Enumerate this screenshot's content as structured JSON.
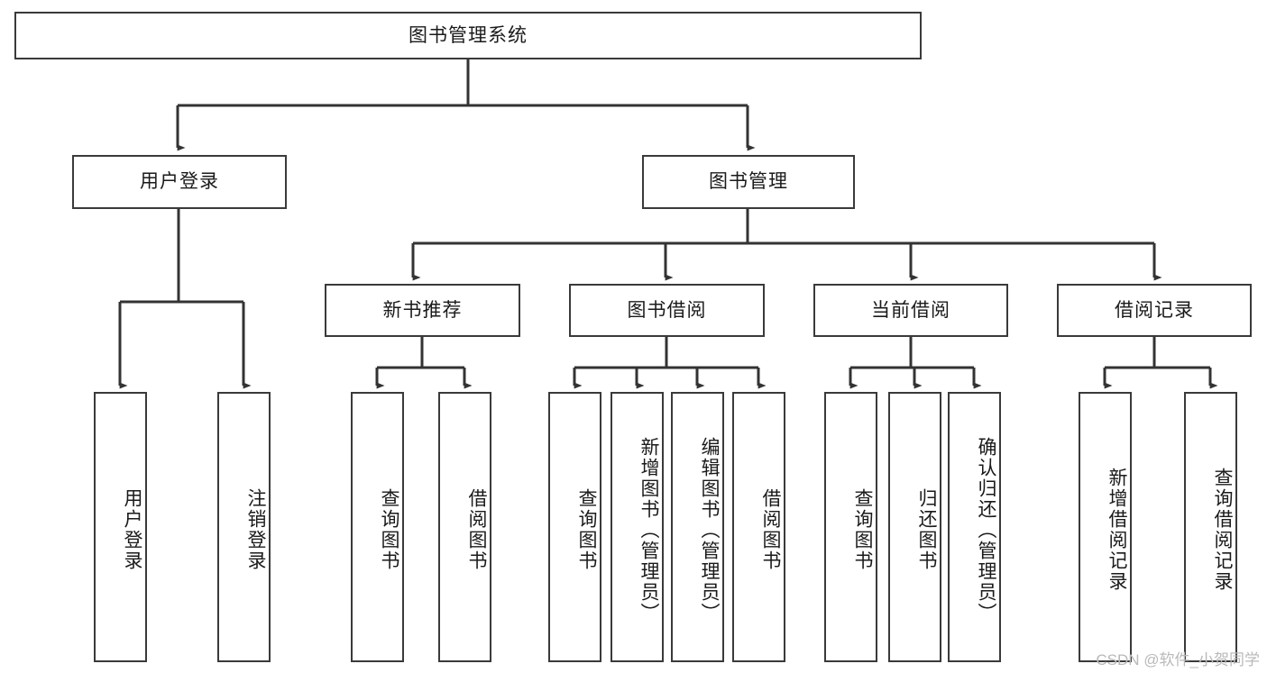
{
  "diagram": {
    "type": "tree",
    "title": "图书管理系统",
    "orientation": "top-down",
    "colors": {
      "background": "#ffffff",
      "node_border": "#3a3a3a",
      "node_fill": "#ffffff",
      "connector": "#333333",
      "text": "#1a1a1a",
      "watermark": "#b9b9b9"
    },
    "root": {
      "label": "图书管理系统"
    },
    "level1": [
      {
        "label": "用户登录"
      },
      {
        "label": "图书管理"
      }
    ],
    "level2": [
      {
        "label": "新书推荐"
      },
      {
        "label": "图书借阅"
      },
      {
        "label": "当前借阅"
      },
      {
        "label": "借阅记录"
      }
    ],
    "leaves": {
      "user_login": [
        {
          "label": "用户登录"
        },
        {
          "label": "注销登录"
        }
      ],
      "new_book_recommend": [
        {
          "label": "查询图书"
        },
        {
          "label": "借阅图书"
        }
      ],
      "book_borrow": [
        {
          "label": "查询图书"
        },
        {
          "label": "新增图书（管理员）"
        },
        {
          "label": "编辑图书（管理员）"
        },
        {
          "label": "借阅图书"
        }
      ],
      "current_borrow": [
        {
          "label": "查询图书"
        },
        {
          "label": "归还图书"
        },
        {
          "label": "确认归还（管理员）"
        }
      ],
      "borrow_record": [
        {
          "label": "新增借阅记录"
        },
        {
          "label": "查询借阅记录"
        }
      ]
    }
  },
  "watermark": {
    "text": "CSDN @软件_小贺同学"
  }
}
